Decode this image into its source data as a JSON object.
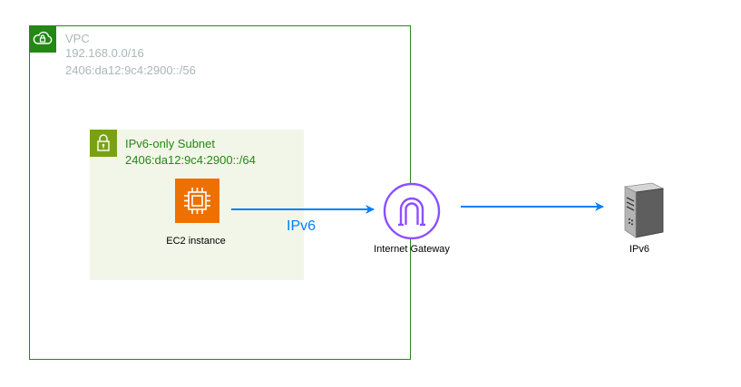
{
  "vpc": {
    "title": "VPC",
    "ipv4_cidr": "192.168.0.0/16",
    "ipv6_cidr": "2406:da12:9c4:2900::/56",
    "icon": "cloud-lock-icon"
  },
  "subnet": {
    "title": "IPv6-only Subnet",
    "ipv6_cidr": "2406:da12:9c4:2900::/64",
    "icon": "lock-icon"
  },
  "ec2": {
    "label": "EC2 instance",
    "icon": "ec2-chip-icon"
  },
  "igw": {
    "label": "Internet Gateway",
    "icon": "internet-gateway-icon"
  },
  "server": {
    "label": "IPv6",
    "icon": "server-icon"
  },
  "edges": [
    {
      "from": "EC2 instance",
      "to": "Internet Gateway",
      "label": "IPv6"
    },
    {
      "from": "Internet Gateway",
      "to": "IPv6",
      "label": ""
    }
  ],
  "colors": {
    "vpc_border": "#248814",
    "vpc_text": "#aab7b8",
    "subnet_fill": "#f2f6e8",
    "subnet_badge": "#7aa116",
    "subnet_text": "#248814",
    "ec2_orange": "#ed7100",
    "igw_purple": "#8c4fff",
    "arrow_blue": "#007fff"
  }
}
